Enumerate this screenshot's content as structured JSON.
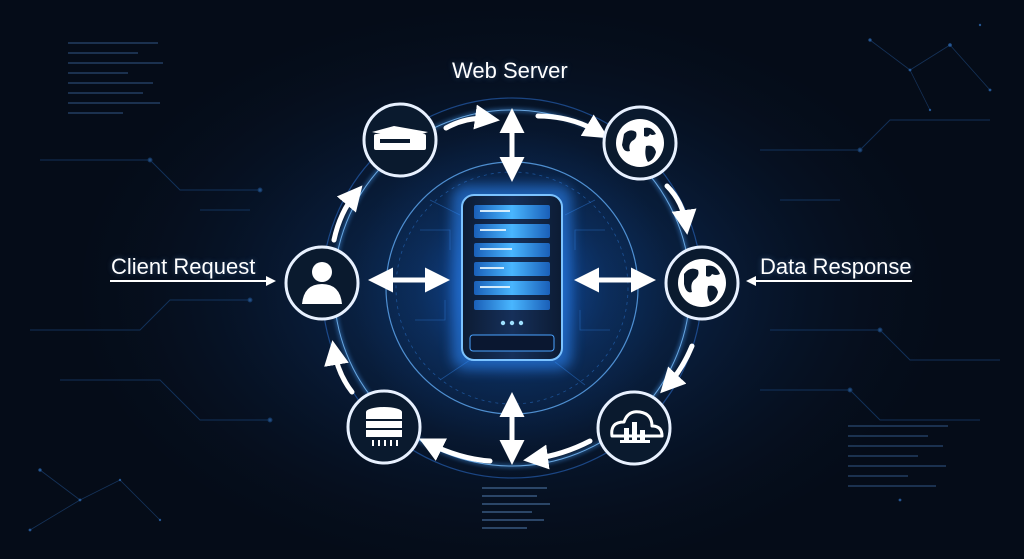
{
  "diagram": {
    "title": "Web Server",
    "left_label": "Client Request",
    "right_label": "Data Response",
    "center_node": {
      "icon": "server-rack-icon"
    },
    "nodes": [
      {
        "id": "client",
        "icon": "user-icon"
      },
      {
        "id": "router",
        "icon": "router-icon"
      },
      {
        "id": "globe-top",
        "icon": "globe-icon"
      },
      {
        "id": "globe-right",
        "icon": "globe-icon"
      },
      {
        "id": "cloud",
        "icon": "cloud-data-icon"
      },
      {
        "id": "database",
        "icon": "database-icon"
      }
    ],
    "flow_direction": "clockwise"
  },
  "colors": {
    "background": "#050c18",
    "glow": "#2f8bff",
    "ring": "#4aa3ff",
    "node_stroke": "#e8f1ff",
    "node_fill": "#0a1a2e",
    "text": "#ffffff",
    "server_light": "#4ec3ff"
  }
}
